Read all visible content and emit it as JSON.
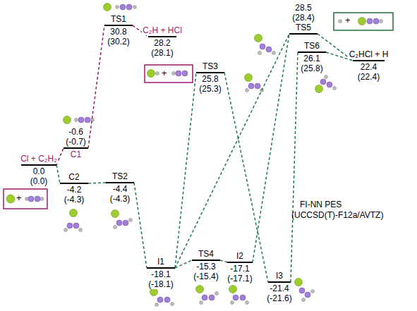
{
  "diagram": {
    "nodes": [
      {
        "text": [
          "Cl + C₂H₂",
          "0.0",
          "(0.0)"
        ]
      },
      {
        "text": [
          "-0.6",
          "(-0.7)",
          "C1"
        ]
      },
      {
        "text": [
          "C2",
          "-4.2",
          "(-4.3)"
        ]
      },
      {
        "text": [
          "TS1",
          "30.8",
          "(30.2)"
        ]
      },
      {
        "text": [
          "C₂H + HCl",
          "28.2",
          "(28.1)"
        ]
      },
      {
        "text": [
          "TS2",
          "-4.4",
          "(-4.3)"
        ]
      },
      {
        "text": [
          "I1",
          "-18.1",
          "(-18.1)"
        ]
      },
      {
        "text": [
          "TS3",
          "25.8",
          "(25.3)"
        ]
      },
      {
        "text": [
          "TS4",
          "-15.3",
          "(-15.4)"
        ]
      },
      {
        "text": [
          "I2",
          "-17.1",
          "(-17.1)"
        ]
      },
      {
        "text": [
          "I3",
          "-21.4",
          "(-21.6)"
        ]
      },
      {
        "text": [
          "28.5",
          "(28.4)",
          "TS5"
        ]
      },
      {
        "text": [
          "TS6",
          "26.1",
          "(25.8)"
        ]
      },
      {
        "text": [
          "C₂HCl + H",
          "22.4",
          "(22.4)"
        ]
      }
    ],
    "edges": [
      {
        "from": 0,
        "to": 1,
        "arrow": "none"
      },
      {
        "from": 1,
        "to": 3,
        "arrow": "none"
      },
      {
        "from": 3,
        "to": 4,
        "arrow": "none"
      },
      {
        "from": 0,
        "to": 2,
        "arrow": "none"
      },
      {
        "from": 2,
        "to": 5,
        "arrow": "none"
      },
      {
        "from": 5,
        "to": 6,
        "arrow": "none"
      },
      {
        "from": 6,
        "to": 7,
        "arrow": "none"
      },
      {
        "from": 7,
        "to": 10,
        "arrow": "none"
      },
      {
        "from": 6,
        "to": 8,
        "arrow": "none"
      },
      {
        "from": 8,
        "to": 9,
        "arrow": "none"
      },
      {
        "from": 6,
        "to": 11,
        "arrow": "none"
      },
      {
        "from": 9,
        "to": 11,
        "arrow": "none"
      },
      {
        "from": 11,
        "to": 13,
        "arrow": "none"
      },
      {
        "from": 10,
        "to": 12,
        "arrow": "none"
      },
      {
        "from": 12,
        "to": 13,
        "arrow": "none"
      }
    ],
    "labels": [
      "+",
      "+",
      "+",
      "FI-NN PES",
      "(UCCSD(T)-F12a/AVTZ)"
    ]
  }
}
